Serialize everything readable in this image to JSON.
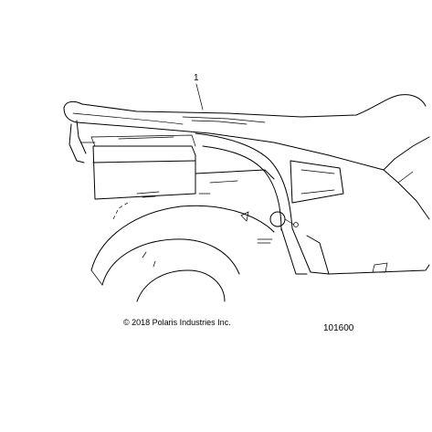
{
  "diagram": {
    "callouts": [
      {
        "number": "1"
      }
    ],
    "copyright": "© 2018 Polaris Industries Inc.",
    "figure_number": "101600"
  }
}
